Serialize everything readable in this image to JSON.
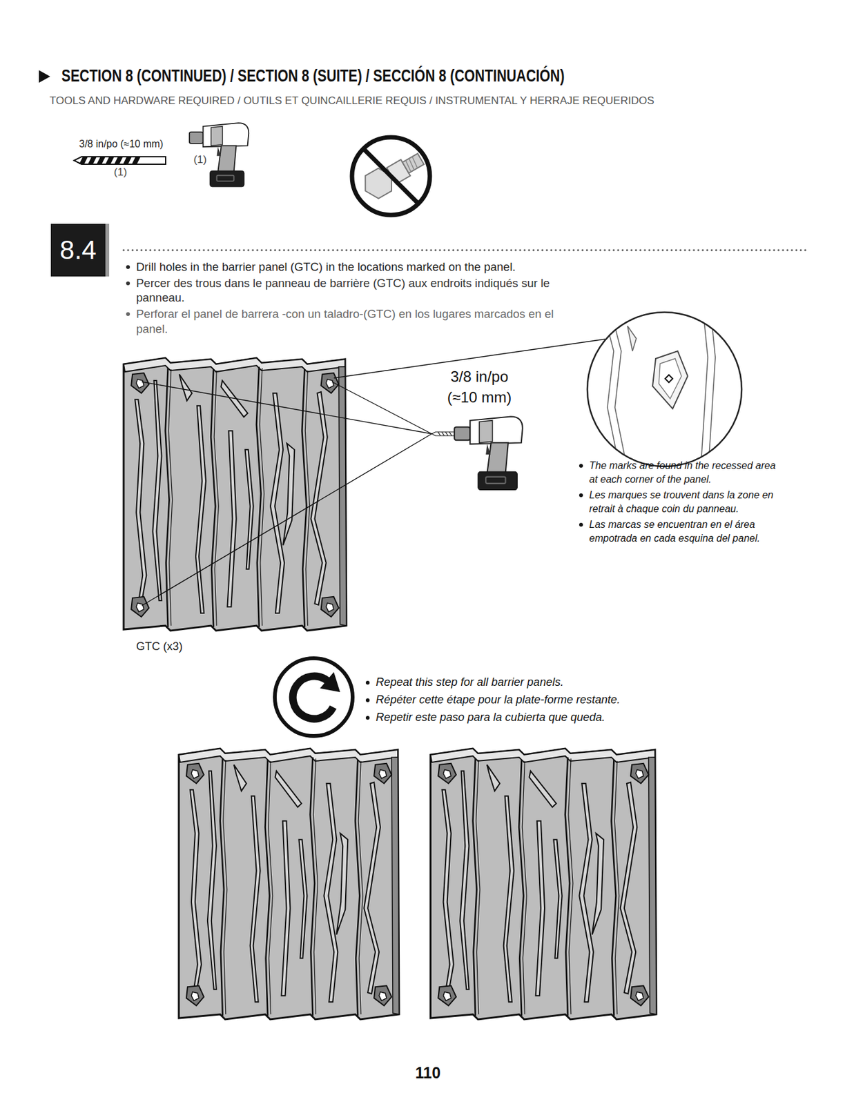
{
  "diagram": {
    "title": "SECTION 8 (CONTINUED) / SECTION 8 (SUITE) / SECCIÓN 8 (CONTINUACIÓN)",
    "nodes": [
      {
        "text": [
          "8.4"
        ]
      }
    ],
    "labels": [
      "TOOLS AND HARDWARE REQUIRED / OUTILS ET QUINCAILLERIE REQUIS / INSTRUMENTAL Y HERRAJE REQUERIDOS",
      "3/8 in/po (≈10 mm)",
      "(1)",
      "(1)",
      "Drill holes in the barrier panel (GTC) in the locations marked on the panel.",
      "Percer des trous dans le panneau de barrière (GTC) aux endroits indiqués sur le panneau.",
      "Perforar el panel de barrera -con un taladro-(GTC) en los lugares marcados en el panel.",
      "3/8 in/po",
      "(≈10 mm)",
      "The marks are found in the recessed area at each corner of the panel.",
      "Les marques se trouvent dans la zone en retrait à chaque coin du panneau.",
      "Las marcas se encuentran en el área empotrada en cada esquina del panel.",
      "GTC (x3)",
      "Repeat this step for all barrier panels.",
      "Répéter cette étape pour la plate-forme restante.",
      "Repetir este paso para la cubierta que queda.",
      "110"
    ]
  }
}
